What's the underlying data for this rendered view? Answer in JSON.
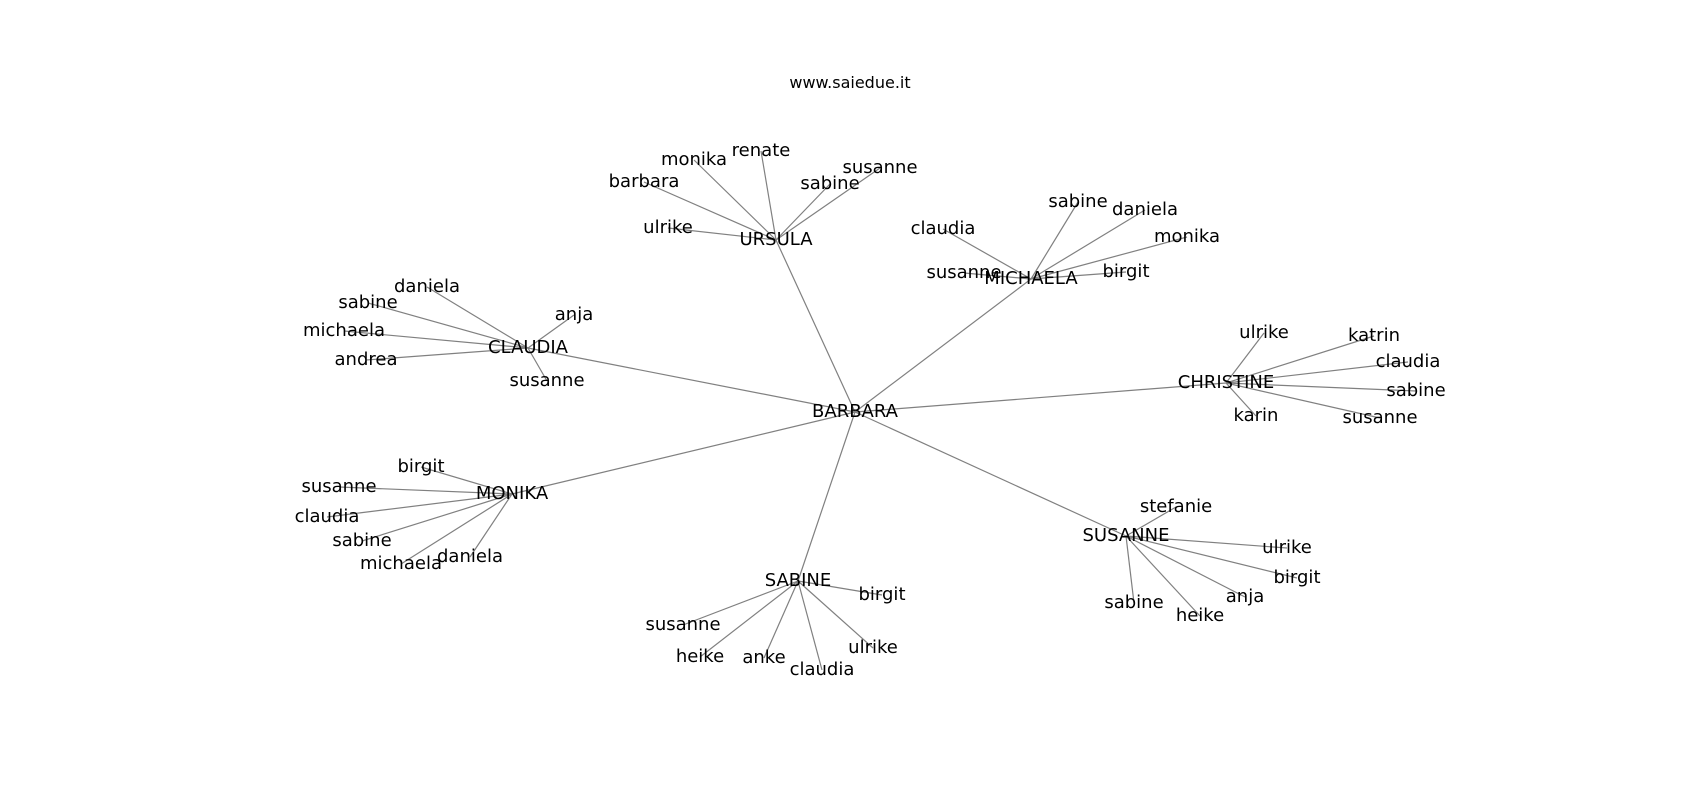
{
  "title": "www.saiedue.it",
  "graph": {
    "root": "BARBARA",
    "groups": [
      {
        "name": "URSULA",
        "children": [
          "monika",
          "renate",
          "barbara",
          "sabine",
          "susanne",
          "ulrike"
        ]
      },
      {
        "name": "MICHAELA",
        "children": [
          "sabine",
          "daniela",
          "claudia",
          "monika",
          "susanne",
          "birgit"
        ]
      },
      {
        "name": "CLAUDIA",
        "children": [
          "daniela",
          "sabine",
          "anja",
          "michaela",
          "andrea",
          "susanne"
        ]
      },
      {
        "name": "CHRISTINE",
        "children": [
          "ulrike",
          "katrin",
          "claudia",
          "sabine",
          "karin",
          "susanne"
        ]
      },
      {
        "name": "MONIKA",
        "children": [
          "birgit",
          "susanne",
          "claudia",
          "sabine",
          "michaela",
          "daniela"
        ]
      },
      {
        "name": "SUSANNE",
        "children": [
          "stefanie",
          "ulrike",
          "birgit",
          "anja",
          "sabine",
          "heike"
        ]
      },
      {
        "name": "SABINE",
        "children": [
          "birgit",
          "susanne",
          "ulrike",
          "heike",
          "anke",
          "claudia"
        ]
      }
    ]
  }
}
